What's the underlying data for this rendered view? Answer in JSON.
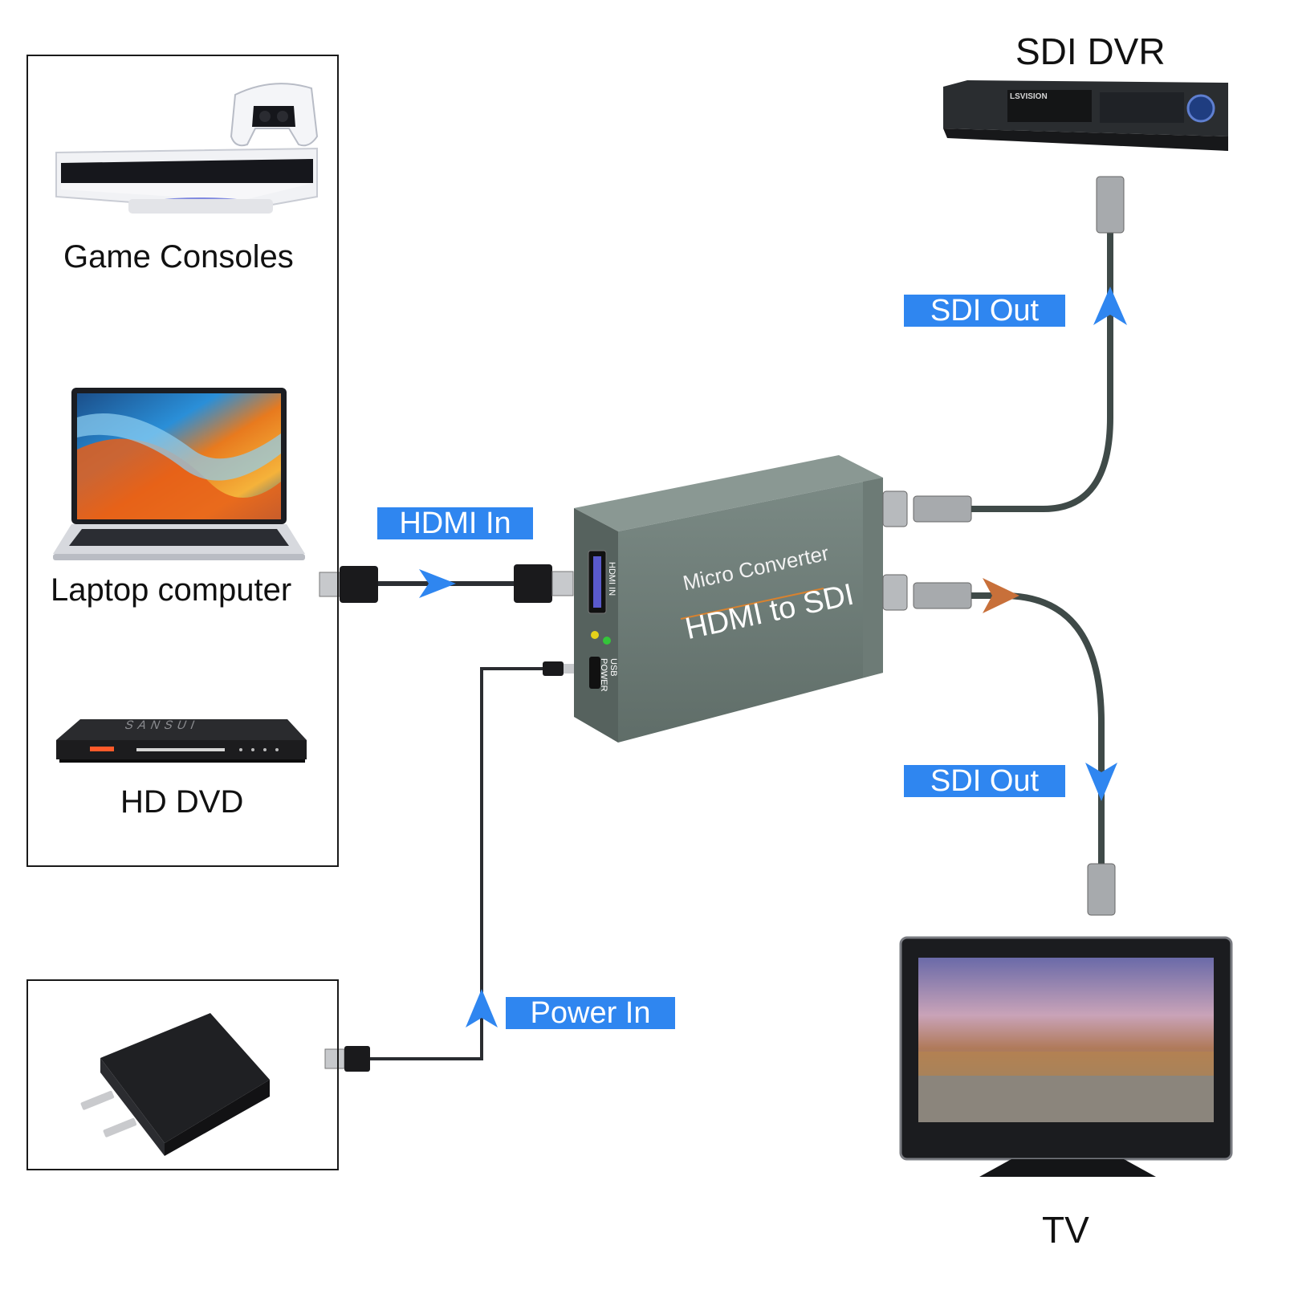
{
  "sources": {
    "game_consoles": "Game Consoles",
    "laptop": "Laptop computer",
    "hd_dvd": "HD DVD"
  },
  "device": {
    "line1": "Micro Converter",
    "line2": "HDMI to SDI",
    "port_hdmi": "HDMI IN",
    "port_usb_line1": "USB",
    "port_usb_line2": "POWER"
  },
  "dvr": {
    "label": "SDI DVR",
    "brand": "LSVISION"
  },
  "dvd_brand": "SANSUI",
  "tv": {
    "label": "TV"
  },
  "tags": {
    "hdmi_in": "HDMI In",
    "sdi_out_top": "SDI Out",
    "sdi_out_bottom": "SDI Out",
    "power_in": "Power In"
  },
  "colors": {
    "tag_bg": "#2f86f0",
    "arrow_blue": "#2f86f0",
    "arrow_orange": "#c8703a",
    "device_body": "#5d6b66",
    "cable": "#3f4a48"
  }
}
